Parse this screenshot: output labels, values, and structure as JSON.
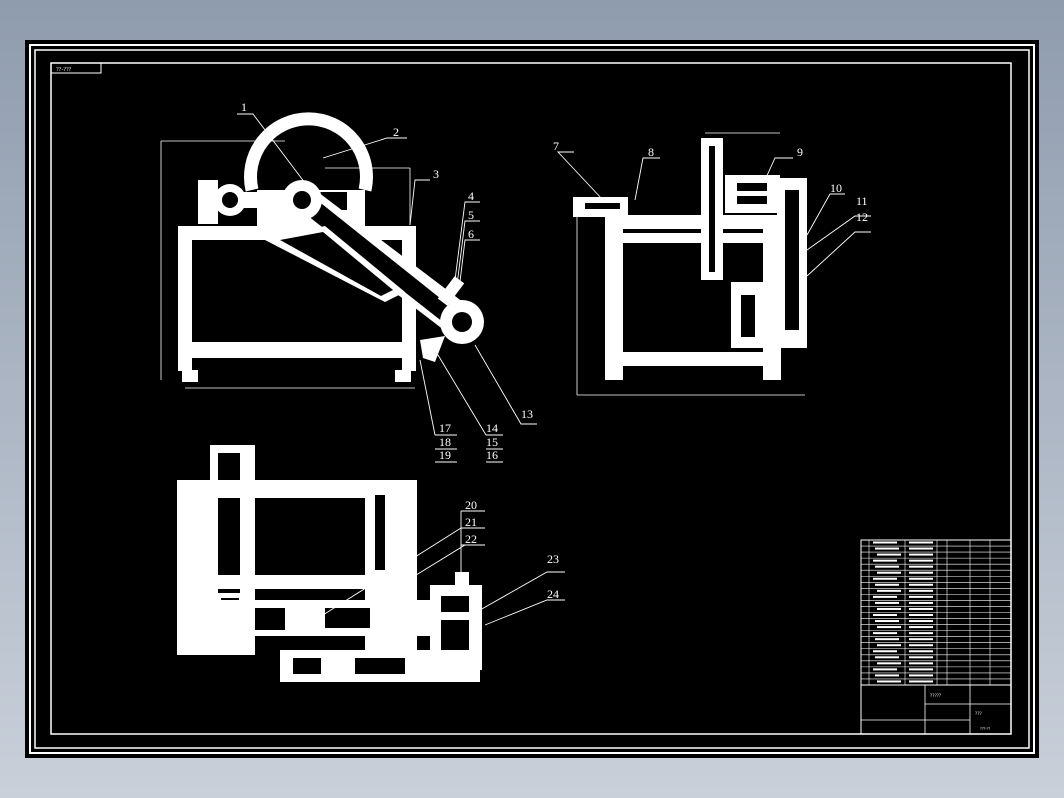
{
  "title_tag": "??-???",
  "callouts": [
    "1",
    "2",
    "3",
    "4",
    "5",
    "6",
    "7",
    "8",
    "9",
    "10",
    "11",
    "12",
    "13",
    "14",
    "15",
    "16",
    "17",
    "18",
    "19",
    "20",
    "21",
    "22",
    "23",
    "24"
  ],
  "title_block": {
    "rows": 24,
    "project_name": "?????",
    "drawing_name": "???",
    "drawing_no": "???-??"
  },
  "colors": {
    "background": "#000000",
    "lines": "#ffffff",
    "frame_outside": "#9aa5b5"
  }
}
